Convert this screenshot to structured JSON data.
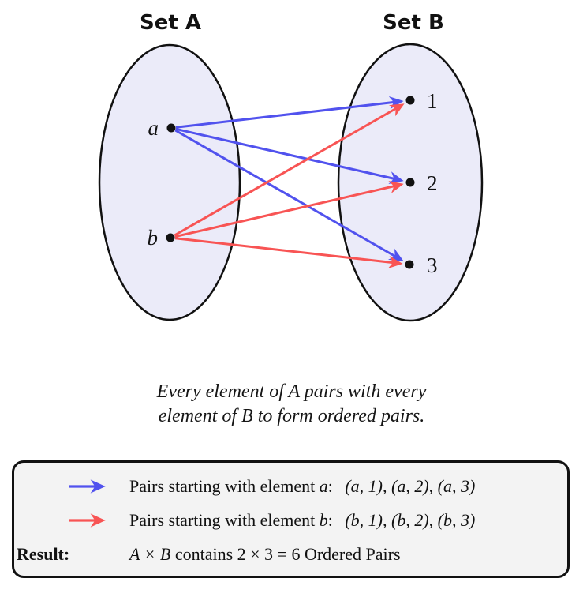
{
  "diagram": {
    "set_a": {
      "title": "Set A",
      "elements": [
        "a",
        "b"
      ]
    },
    "set_b": {
      "title": "Set B",
      "elements": [
        "1",
        "2",
        "3"
      ]
    },
    "mappings": {
      "a": [
        "1",
        "2",
        "3"
      ],
      "b": [
        "1",
        "2",
        "3"
      ]
    },
    "colors": {
      "pair_a_color": "#5152ee",
      "pair_b_color": "#f85454",
      "set_fill": "#ebebf9",
      "set_stroke": "#111111"
    }
  },
  "caption": {
    "line1": "Every element of A pairs with every",
    "line2": "element of B to form ordered pairs."
  },
  "legend": {
    "rows": [
      {
        "prefix": "Pairs starting with element",
        "variable": "a",
        "separator": ":",
        "pairs": "(a, 1), (a, 2), (a, 3)"
      },
      {
        "prefix": "Pairs starting with element",
        "variable": "b",
        "separator": ":",
        "pairs": "(b, 1), (b, 2), (b, 3)"
      }
    ],
    "result": {
      "label": "Result:",
      "expression": "A × B",
      "text": "contains 2 × 3 = 6 Ordered Pairs"
    }
  }
}
